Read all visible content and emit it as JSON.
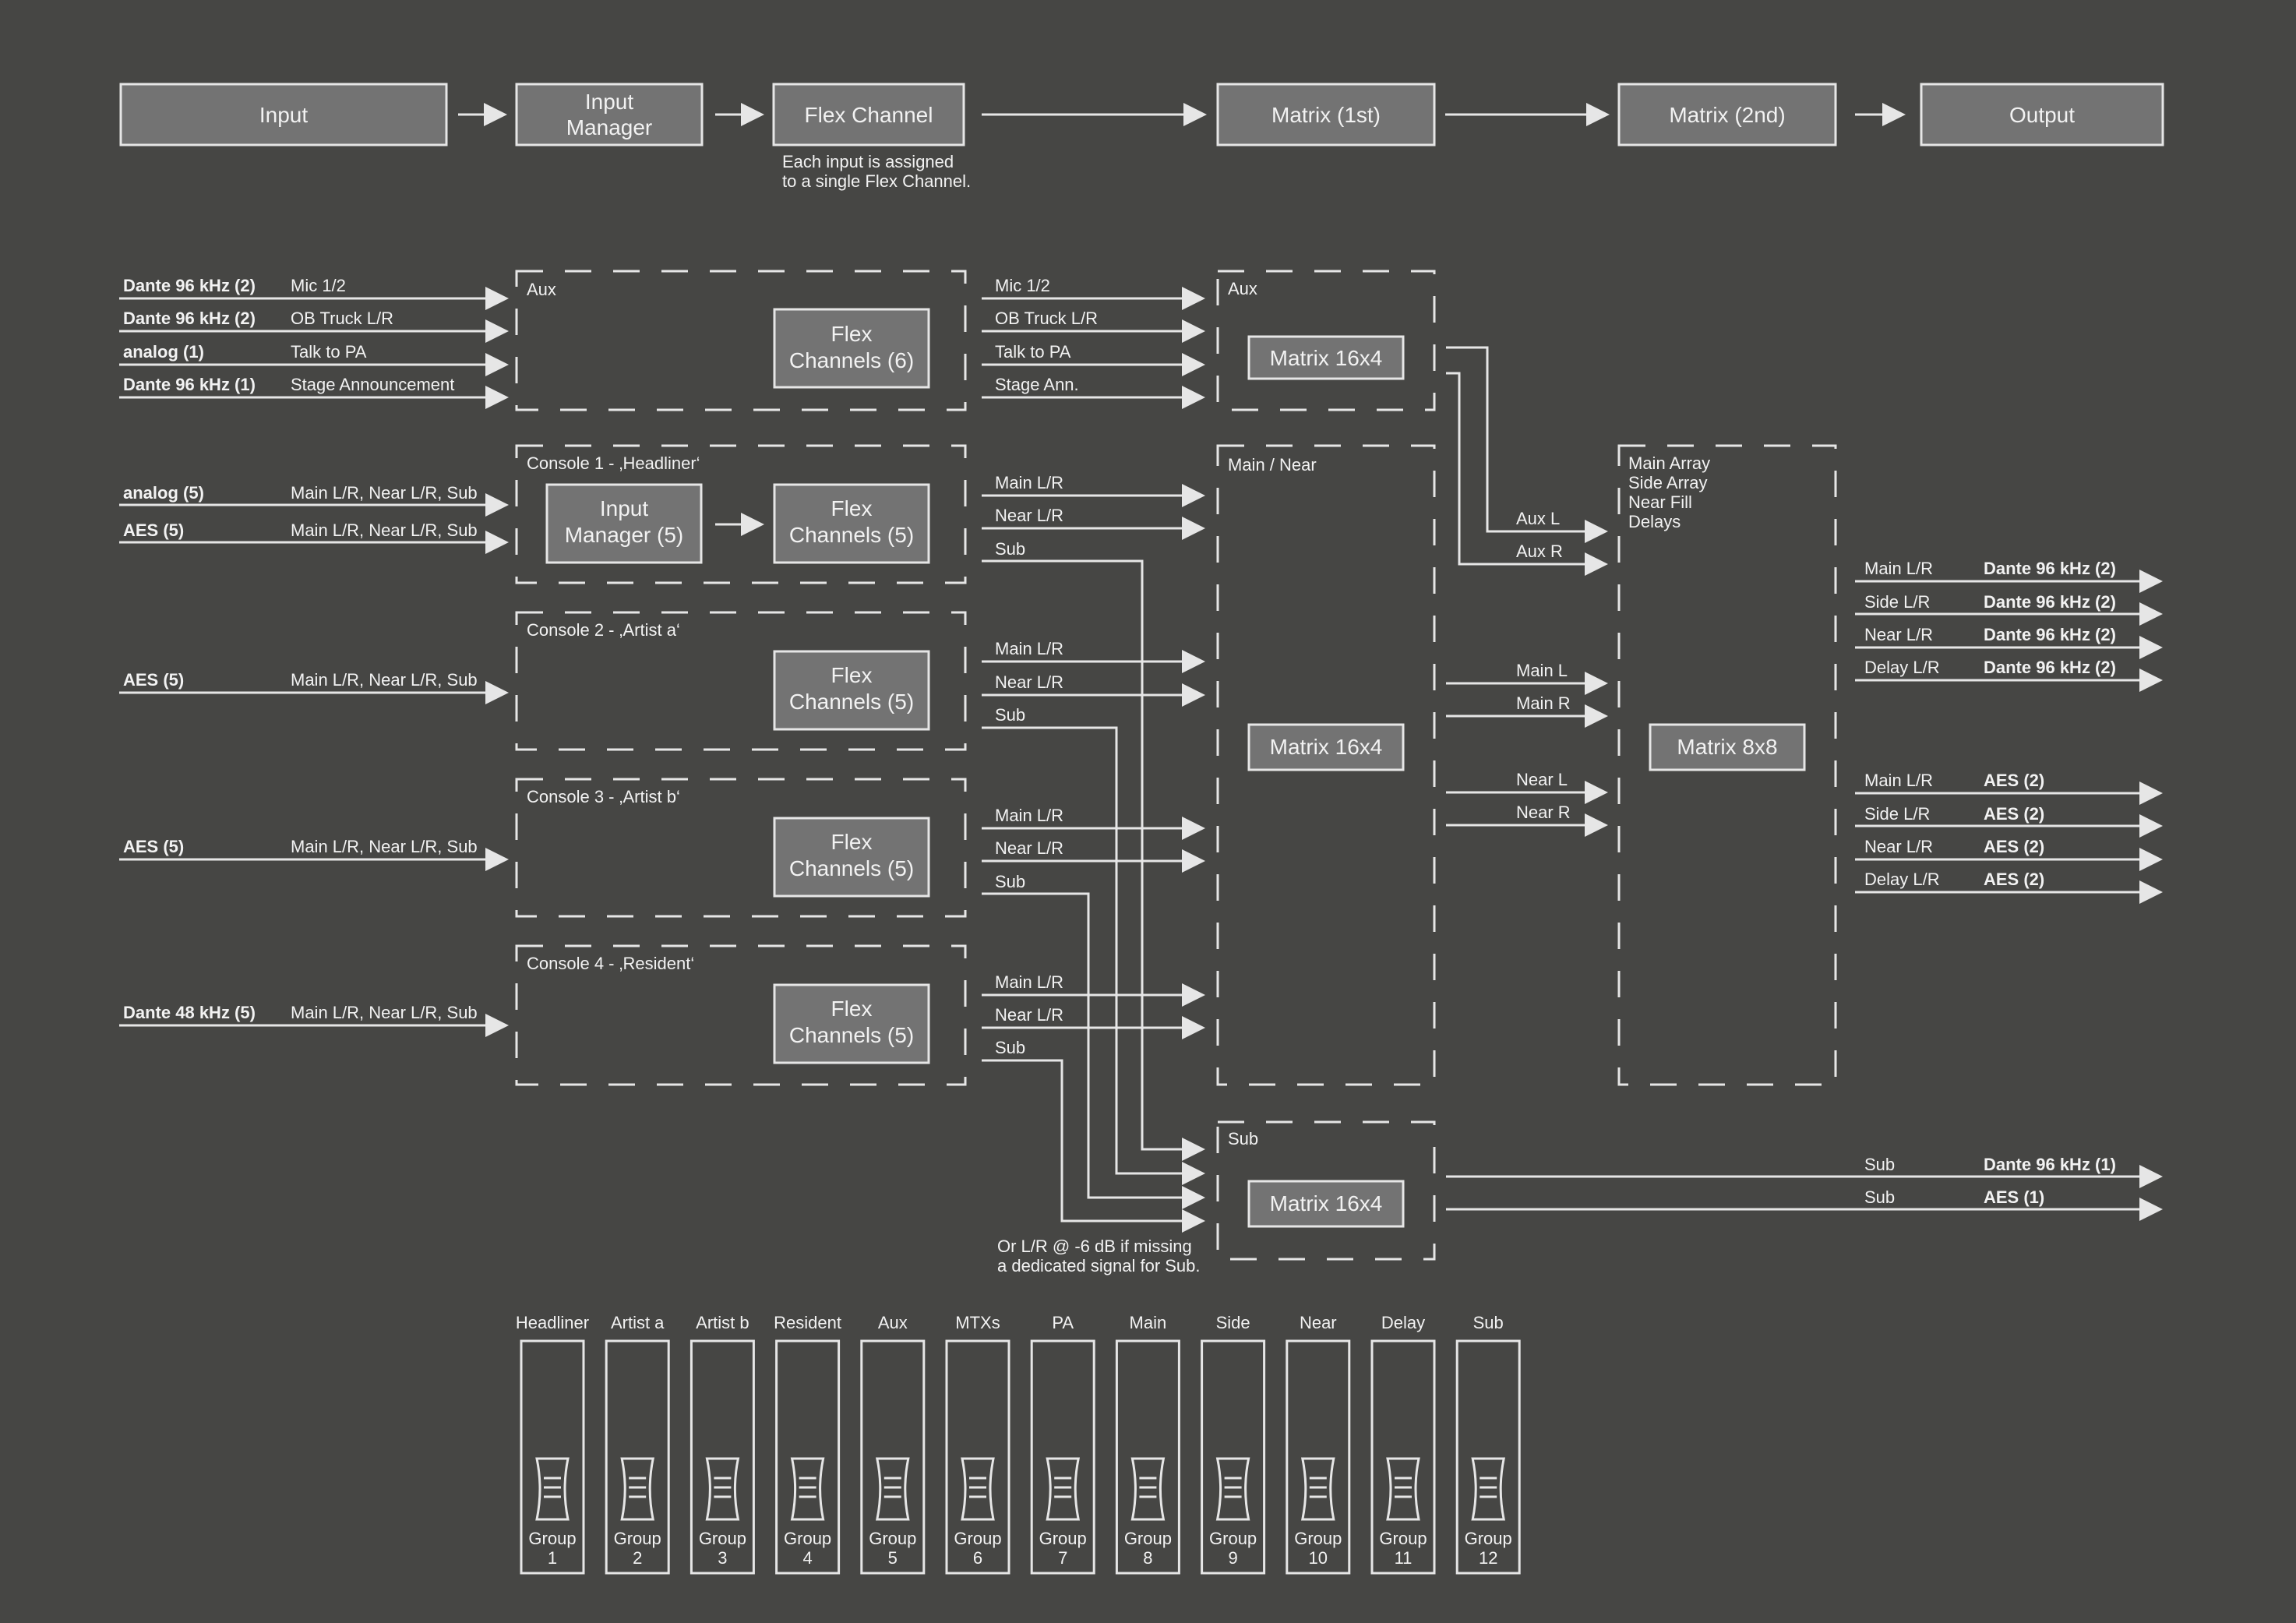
{
  "pipeline": {
    "steps": [
      "Input",
      "Input Manager",
      "Flex Channel",
      "Matrix (1st)",
      "Matrix (2nd)",
      "Output"
    ],
    "flex_note": [
      "Each input is assigned",
      "to a single Flex Channel."
    ]
  },
  "aux_inputs": [
    {
      "source": "Dante 96 kHz (2)",
      "name": "Mic 1/2"
    },
    {
      "source": "Dante 96 kHz (2)",
      "name": "OB Truck L/R"
    },
    {
      "source": "analog (1)",
      "name": "Talk to PA"
    },
    {
      "source": "Dante 96 kHz (1)",
      "name": "Stage Announcement"
    }
  ],
  "aux_group": {
    "title": "Aux",
    "flex": "Flex Channels (6)",
    "outputs": [
      "Mic 1/2",
      "OB Truck L/R",
      "Talk to PA",
      "Stage Ann."
    ]
  },
  "consoles": [
    {
      "title": "Console 1 - ‚Headliner‘",
      "inputs": [
        {
          "source": "analog (5)",
          "name": "Main L/R, Near L/R, Sub"
        },
        {
          "source": "AES (5)",
          "name": "Main L/R, Near L/R, Sub"
        }
      ],
      "input_manager": "Input Manager (5)",
      "flex": "Flex Channels (5)",
      "outputs": [
        "Main L/R",
        "Near L/R",
        "Sub"
      ]
    },
    {
      "title": "Console 2 - ‚Artist a‘",
      "inputs": [
        {
          "source": "AES (5)",
          "name": "Main L/R, Near L/R, Sub"
        }
      ],
      "flex": "Flex Channels (5)",
      "outputs": [
        "Main L/R",
        "Near L/R",
        "Sub"
      ]
    },
    {
      "title": "Console 3 - ‚Artist b‘",
      "inputs": [
        {
          "source": "AES (5)",
          "name": "Main L/R, Near L/R, Sub"
        }
      ],
      "flex": "Flex Channels (5)",
      "outputs": [
        "Main L/R",
        "Near L/R",
        "Sub"
      ]
    },
    {
      "title": "Console 4 - ‚Resident‘",
      "inputs": [
        {
          "source": "Dante 48 kHz (5)",
          "name": "Main L/R, Near L/R, Sub"
        }
      ],
      "flex": "Flex Channels (5)",
      "outputs": [
        "Main L/R",
        "Near L/R",
        "Sub"
      ]
    }
  ],
  "matrix1": {
    "aux": {
      "title": "Aux",
      "matrix": "Matrix 16x4",
      "outputs": [
        "Aux L",
        "Aux R"
      ]
    },
    "main_near": {
      "title": "Main / Near",
      "matrix": "Matrix 16x4",
      "outputs": [
        "Main L",
        "Main R",
        "Near L",
        "Near R"
      ]
    },
    "sub": {
      "title": "Sub",
      "matrix": "Matrix 16x4"
    }
  },
  "sub_note": [
    "Or L/R @ -6 dB if missing",
    "a dedicated signal for Sub."
  ],
  "matrix2": {
    "labels": [
      "Main Array",
      "Side Array",
      "Near Fill",
      "Delays"
    ],
    "matrix": "Matrix 8x8"
  },
  "outputs": {
    "dante": [
      {
        "name": "Main L/R",
        "format": "Dante 96 kHz (2)"
      },
      {
        "name": "Side L/R",
        "format": "Dante 96 kHz (2)"
      },
      {
        "name": "Near L/R",
        "format": "Dante 96 kHz (2)"
      },
      {
        "name": "Delay L/R",
        "format": "Dante 96 kHz (2)"
      }
    ],
    "aes": [
      {
        "name": "Main L/R",
        "format": "AES (2)"
      },
      {
        "name": "Side L/R",
        "format": "AES (2)"
      },
      {
        "name": "Near L/R",
        "format": "AES (2)"
      },
      {
        "name": "Delay L/R",
        "format": "AES (2)"
      }
    ],
    "sub": [
      {
        "name": "Sub",
        "format": "Dante 96 kHz (1)"
      },
      {
        "name": "Sub",
        "format": "AES (1)"
      }
    ]
  },
  "faders": [
    {
      "label": "Headliner",
      "group": "Group",
      "num": "1"
    },
    {
      "label": "Artist a",
      "group": "Group",
      "num": "2"
    },
    {
      "label": "Artist b",
      "group": "Group",
      "num": "3"
    },
    {
      "label": "Resident",
      "group": "Group",
      "num": "4"
    },
    {
      "label": "Aux",
      "group": "Group",
      "num": "5"
    },
    {
      "label": "MTXs",
      "group": "Group",
      "num": "6"
    },
    {
      "label": "PA",
      "group": "Group",
      "num": "7"
    },
    {
      "label": "Main",
      "group": "Group",
      "num": "8"
    },
    {
      "label": "Side",
      "group": "Group",
      "num": "9"
    },
    {
      "label": "Near",
      "group": "Group",
      "num": "10"
    },
    {
      "label": "Delay",
      "group": "Group",
      "num": "11"
    },
    {
      "label": "Sub",
      "group": "Group",
      "num": "12"
    }
  ]
}
